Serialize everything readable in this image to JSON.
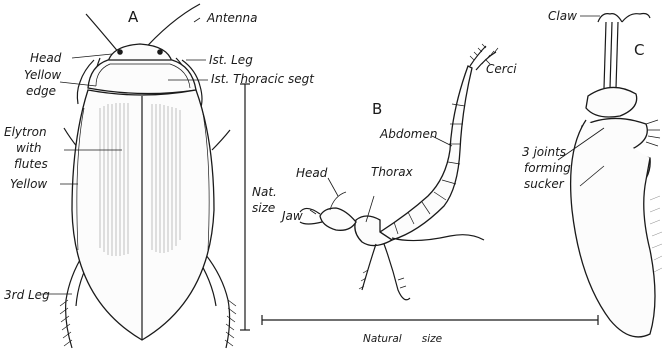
{
  "panels": {
    "a": "A",
    "b": "B",
    "c": "C"
  },
  "beetle": {
    "antenna": "Antenna",
    "head": "Head",
    "yellow_edge_1": "Yellow",
    "yellow_edge_2": "edge",
    "first_leg": "Ist. Leg",
    "first_thoracic": "Ist. Thoracic segt",
    "elytron_1": "Elytron",
    "elytron_2": "with",
    "elytron_3": "flutes",
    "yellow": "Yellow",
    "third_leg": "3rd Leg",
    "nat_size_1": "Nat.",
    "nat_size_2": "size"
  },
  "larva": {
    "cerci": "Cerci",
    "abdomen": "Abdomen",
    "thorax": "Thorax",
    "head": "Head",
    "jaw": "Jaw",
    "natural_size": "Natural      size"
  },
  "leg_detail": {
    "claw": "Claw",
    "joints_1": "3 joints",
    "joints_2": "forming",
    "joints_3": "sucker"
  }
}
